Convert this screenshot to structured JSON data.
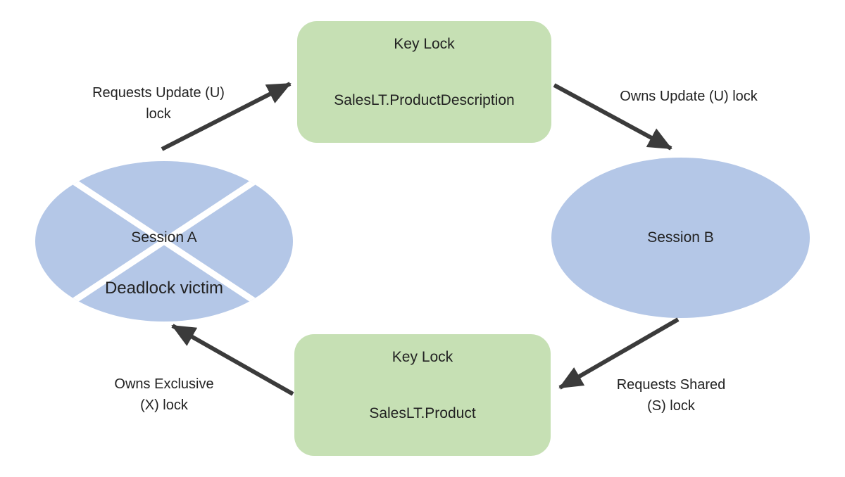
{
  "diagram": {
    "nodes": {
      "session_a": {
        "label": "Session A",
        "status": "Deadlock victim",
        "fill": "#b4c7e7"
      },
      "session_b": {
        "label": "Session B",
        "fill": "#b4c7e7"
      },
      "lock_top": {
        "title": "Key Lock",
        "resource": "SalesLT.ProductDescription",
        "fill": "#c6e0b4"
      },
      "lock_bottom": {
        "title": "Key Lock",
        "resource": "SalesLT.Product",
        "fill": "#c6e0b4"
      }
    },
    "edges": {
      "a_to_top": {
        "from": "Session A",
        "to": "Key Lock SalesLT.ProductDescription",
        "line1": "Requests Update (U)",
        "line2": "lock"
      },
      "top_to_b": {
        "from": "Key Lock SalesLT.ProductDescription",
        "to": "Session B",
        "line1": "Owns Update (U) lock"
      },
      "b_to_bottom": {
        "from": "Session B",
        "to": "Key Lock SalesLT.Product",
        "line1": "Requests Shared",
        "line2": "(S) lock"
      },
      "bottom_to_a": {
        "from": "Key Lock SalesLT.Product",
        "to": "Session A",
        "line1": "Owns Exclusive",
        "line2": "(X) lock"
      }
    },
    "colors": {
      "arrow": "#3b3b3b",
      "cross": "#ffffff",
      "background": "#ffffff",
      "text": "#222222"
    }
  }
}
